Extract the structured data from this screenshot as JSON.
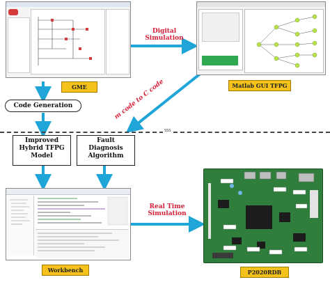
{
  "blocks": {
    "gme_label": "GME",
    "matlab_label": "Matlab GUI TFPG",
    "workbench_label": "Workbench",
    "board_label": "P2020RDB",
    "code_generation": "Code Generation",
    "tfpg_model": [
      "Improved",
      "Hybrid TFPG",
      "Model"
    ],
    "fault_diagnosis": [
      "Fault",
      "Diagnosis",
      "Algorithm"
    ]
  },
  "captions": {
    "digital_simulation": [
      "Digital",
      "Simulation"
    ],
    "real_time_simulation": [
      "Real Time",
      "Simulation"
    ],
    "m_to_c": "m code to C code"
  },
  "divider_text": "SSS",
  "colors": {
    "arrow": "#1fa5d8",
    "arrow_red": "#d4203a",
    "label_fill": "#f5c21b",
    "board_green": "#2e7d3a"
  }
}
